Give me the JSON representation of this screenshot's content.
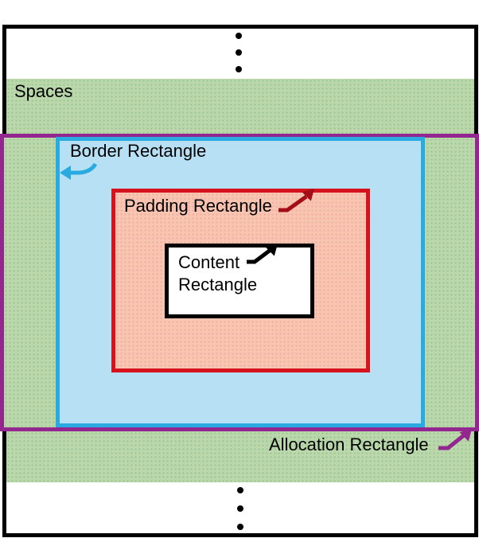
{
  "diagram": {
    "labels": {
      "spaces": "Spaces",
      "border_rectangle": "Border Rectangle",
      "padding_rectangle": "Padding Rectangle",
      "content_rectangle_line1": "Content",
      "content_rectangle_line2": "Rectangle",
      "allocation_rectangle": "Allocation Rectangle"
    },
    "ellipsis": {
      "top_dot_count": 3,
      "bottom_dot_count": 3
    }
  },
  "colors": {
    "black": "#000000",
    "purple": "#93278f",
    "blue_border": "#29abe2",
    "blue_fill": "#b8e0f5",
    "red_border": "#d6131d",
    "red_arrow": "#a30d16",
    "salmon_fill": "#f8c5b3",
    "salmon_dot": "#f0ad99",
    "green_fill": "#bad8ac",
    "green_dot": "#9cc68e"
  }
}
